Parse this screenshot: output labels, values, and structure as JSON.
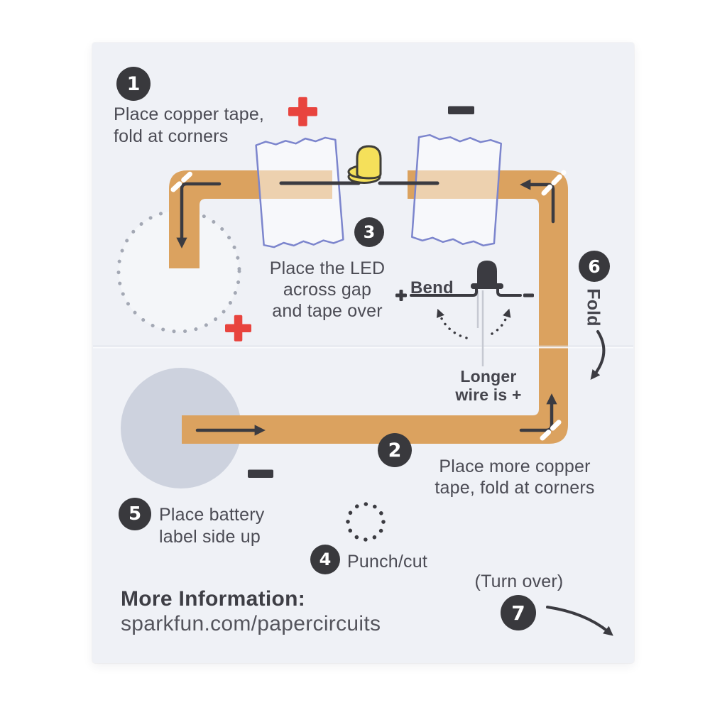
{
  "card": {
    "footer_title": "More Information:",
    "footer_url": "sparkfun.com/papercircuits"
  },
  "steps": {
    "s1": {
      "num": "1",
      "line1": "Place copper tape,",
      "line2": "fold at corners"
    },
    "s2": {
      "num": "2",
      "line1": "Place more copper",
      "line2": "tape, fold at corners"
    },
    "s3": {
      "num": "3",
      "line1": "Place the LED",
      "line2": "across gap",
      "line3": "and tape over"
    },
    "s4": {
      "num": "4",
      "label": "Punch/cut"
    },
    "s5": {
      "num": "5",
      "line1": "Place battery",
      "line2": "label side up"
    },
    "s6": {
      "num": "6",
      "label": "Fold"
    },
    "s7": {
      "num": "7",
      "label": "(Turn over)"
    }
  },
  "led_note": {
    "bend_label": "Bend",
    "plus": "+",
    "minus": "−",
    "note_line1": "Longer",
    "note_line2": "wire is +"
  },
  "polarity": {
    "top_plus": "+",
    "top_minus": "−",
    "middle_plus": "+",
    "battery_minus": "−"
  },
  "colors": {
    "page_bg": "#eff1f6",
    "copper": "#dba25f",
    "copper_under_tape": "#ebcda3",
    "tape_blue": "#7c85cd",
    "led_yellow": "#f5e05a",
    "led_outline": "#3f3e38",
    "badge_bg": "#39393d",
    "ink": "#3b3b41",
    "accent_red": "#e8443e",
    "battery_gray": "#cdd2de",
    "dot_gray": "#a3a8b4"
  }
}
